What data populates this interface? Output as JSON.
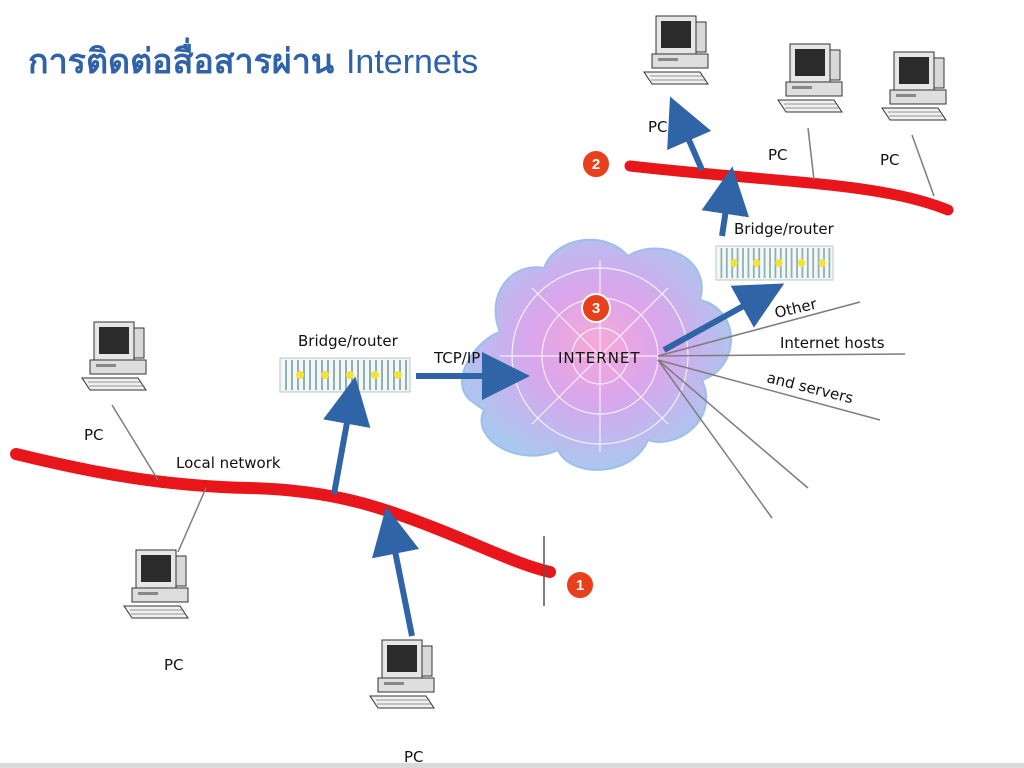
{
  "title": {
    "thai": "การติดต่อสื่อสารผ่าน",
    "latin": "Internets"
  },
  "labels": {
    "local_network": "Local network",
    "bridge_router": "Bridge/router",
    "tcp_ip": "TCP/IP",
    "internet": "INTERNET",
    "other": "Other",
    "internet_hosts": "Internet hosts",
    "and_servers": "and servers",
    "pc": "PC"
  },
  "badges": [
    "1",
    "2",
    "3"
  ],
  "colors": {
    "title": "#2f62a8",
    "network_cable": "#e8161b",
    "arrow": "#2f64a6",
    "badge": "#e8401c",
    "cloud": "#a9c8ef"
  }
}
